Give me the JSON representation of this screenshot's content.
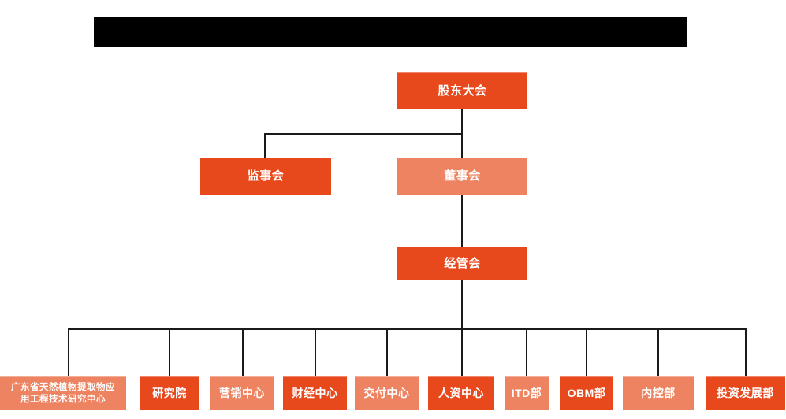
{
  "diagram": {
    "type": "org-chart",
    "title_bar": {
      "name": "redacted-title-bar",
      "text": "",
      "color": "#000000"
    },
    "colors": {
      "dark_orange": "#E8491C",
      "light_salmon": "#ED8360",
      "connector": "#1a1a1a",
      "text": "#FFFFFF",
      "background": "#FFFFFF"
    },
    "levels": {
      "level1": [
        {
          "id": "shareholders",
          "label": "股东大会",
          "style": "dark"
        }
      ],
      "level2": [
        {
          "id": "supervisors",
          "label": "监事会",
          "style": "dark"
        },
        {
          "id": "directors",
          "label": "董事会",
          "style": "light"
        }
      ],
      "level3": [
        {
          "id": "management",
          "label": "经管会",
          "style": "dark"
        }
      ],
      "level4": [
        {
          "id": "research-center",
          "label": "广东省天然植物提取物应\n用工程技术研究中心",
          "style": "light"
        },
        {
          "id": "institute",
          "label": "研究院",
          "style": "dark"
        },
        {
          "id": "marketing",
          "label": "营销中心",
          "style": "light"
        },
        {
          "id": "finance",
          "label": "财经中心",
          "style": "dark"
        },
        {
          "id": "delivery",
          "label": "交付中心",
          "style": "light"
        },
        {
          "id": "hr",
          "label": "人资中心",
          "style": "dark"
        },
        {
          "id": "itd",
          "label": "ITD部",
          "style": "light"
        },
        {
          "id": "obm",
          "label": "OBM部",
          "style": "dark"
        },
        {
          "id": "internal-control",
          "label": "内控部",
          "style": "light"
        },
        {
          "id": "investment",
          "label": "投资发展部",
          "style": "dark"
        }
      ]
    },
    "edges": [
      {
        "from": "shareholders",
        "to": "supervisors"
      },
      {
        "from": "shareholders",
        "to": "directors"
      },
      {
        "from": "directors",
        "to": "management"
      },
      {
        "from": "management",
        "to": "research-center"
      },
      {
        "from": "management",
        "to": "institute"
      },
      {
        "from": "management",
        "to": "marketing"
      },
      {
        "from": "management",
        "to": "finance"
      },
      {
        "from": "management",
        "to": "delivery"
      },
      {
        "from": "management",
        "to": "hr"
      },
      {
        "from": "management",
        "to": "itd"
      },
      {
        "from": "management",
        "to": "obm"
      },
      {
        "from": "management",
        "to": "internal-control"
      },
      {
        "from": "management",
        "to": "investment"
      }
    ]
  }
}
